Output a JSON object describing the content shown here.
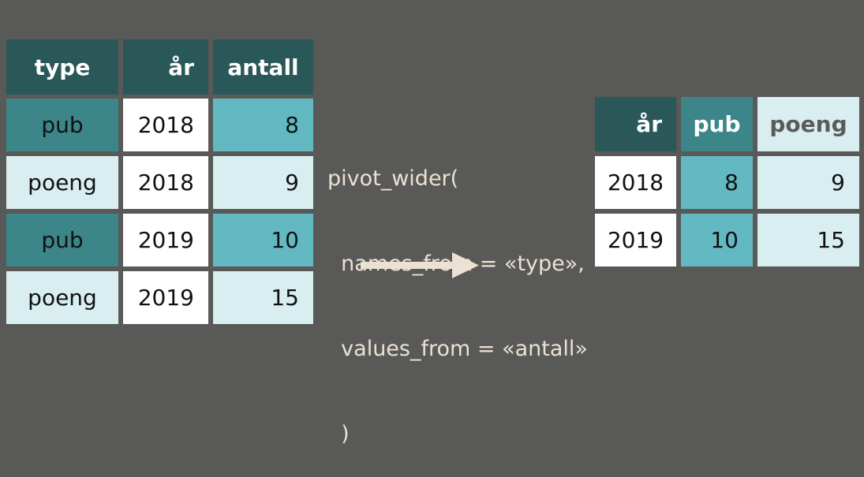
{
  "left_table": {
    "headers": [
      "type",
      "år",
      "antall"
    ],
    "rows": [
      [
        "pub",
        "2018",
        "8"
      ],
      [
        "poeng",
        "2018",
        "9"
      ],
      [
        "pub",
        "2019",
        "10"
      ],
      [
        "poeng",
        "2019",
        "15"
      ]
    ]
  },
  "code": {
    "line1": "pivot_wider(",
    "line2": "  names_from = «type»,",
    "line3": "  values_from = «antall»",
    "line4": "  )"
  },
  "right_table": {
    "headers": [
      "år",
      "pub",
      "poeng"
    ],
    "rows": [
      [
        "2018",
        "8",
        "9"
      ],
      [
        "2019",
        "10",
        "15"
      ]
    ]
  },
  "colors": {
    "background": "#595957",
    "header_dark": "#2a5758",
    "pub_dark": "#3c8689",
    "pub_value": "#63b9c1",
    "poeng_pale": "#d9eef0",
    "year_white": "#ffffff",
    "code_text": "#ece2d4",
    "arrow": "#ece2d4"
  },
  "icons": {
    "arrow": "right-arrow-icon"
  }
}
